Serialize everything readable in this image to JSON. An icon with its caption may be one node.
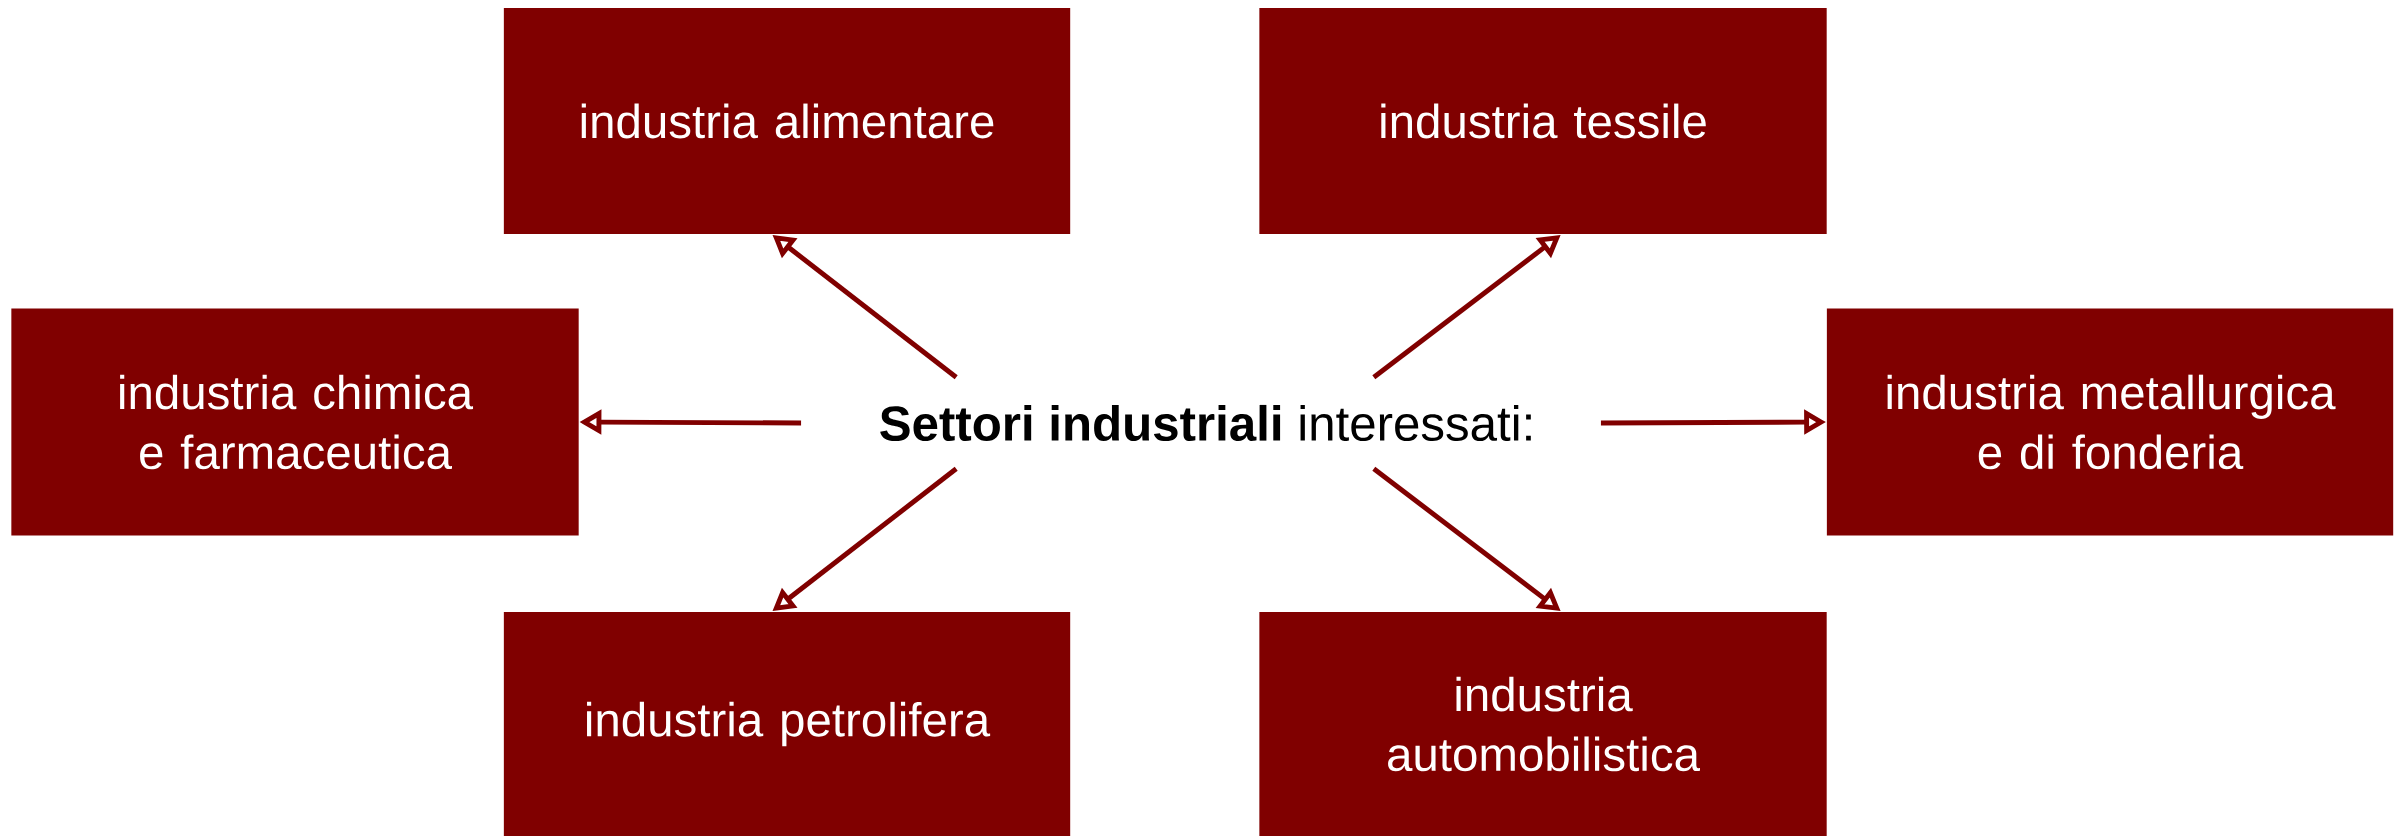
{
  "diagram": {
    "nodes": [
      {
        "text": [
          "industria alimentare"
        ]
      },
      {
        "text": [
          "industria tessile"
        ]
      },
      {
        "text": [
          "industria chimica e farmaceutica"
        ]
      },
      {
        "text": [
          "industria metallurgica e di fonderia"
        ]
      },
      {
        "text": [
          "industria petrolifera"
        ]
      },
      {
        "text": [
          "industria automobilistica"
        ]
      },
      {
        "text": [
          "**Settori industriali** interessati:"
        ]
      }
    ],
    "edges": [
      {
        "from": 6,
        "to": 0,
        "arrow": "to"
      },
      {
        "from": 6,
        "to": 1,
        "arrow": "to"
      },
      {
        "from": 6,
        "to": 2,
        "arrow": "to"
      },
      {
        "from": 6,
        "to": 3,
        "arrow": "to"
      },
      {
        "from": 6,
        "to": 4,
        "arrow": "to"
      },
      {
        "from": 6,
        "to": 5,
        "arrow": "to"
      }
    ]
  }
}
